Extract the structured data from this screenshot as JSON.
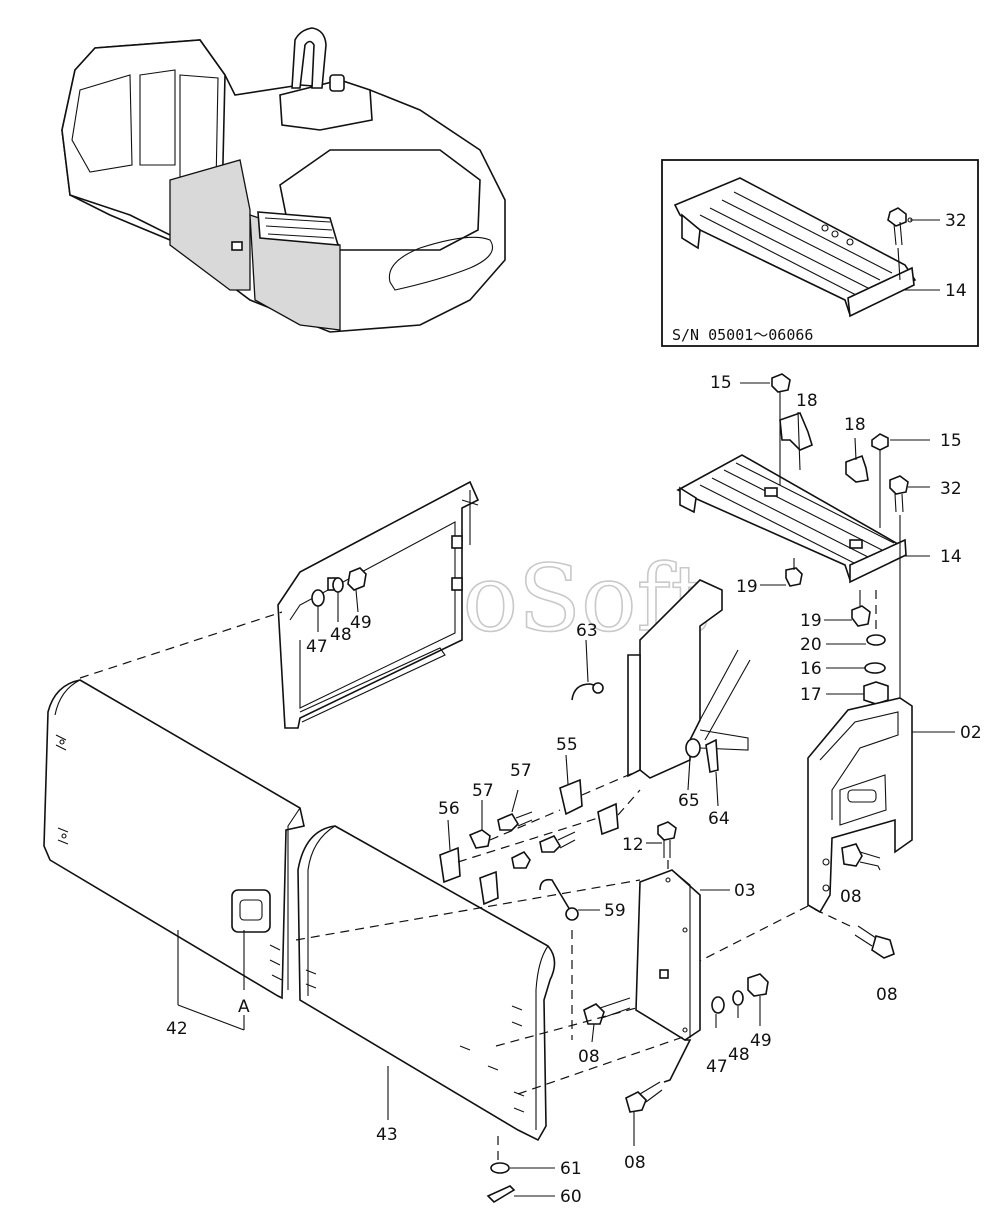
{
  "watermark": "AutoSoft",
  "inset": {
    "serial_range": "S/N  05001～06066",
    "labels": {
      "p32": "32",
      "p14": "14"
    }
  },
  "labels": {
    "p15a": "15",
    "p18a": "18",
    "p18b": "18",
    "p15b": "15",
    "p32": "32",
    "p14": "14",
    "p19a": "19",
    "p19b": "19",
    "p20": "20",
    "p16": "16",
    "p17": "17",
    "p02": "02",
    "p47a": "47",
    "p48a": "48",
    "p49a": "49",
    "p63": "63",
    "p55": "55",
    "p57": "57",
    "p56": "56",
    "p65": "65",
    "p64": "64",
    "p12": "12",
    "p03": "03",
    "p08a": "08",
    "p59": "59",
    "p08b": "08",
    "p08c": "08",
    "p47b": "47",
    "p48b": "48",
    "p49b": "49",
    "p08d": "08",
    "pA": "A",
    "p42": "42",
    "p43": "43",
    "p61": "61",
    "p60": "60"
  }
}
